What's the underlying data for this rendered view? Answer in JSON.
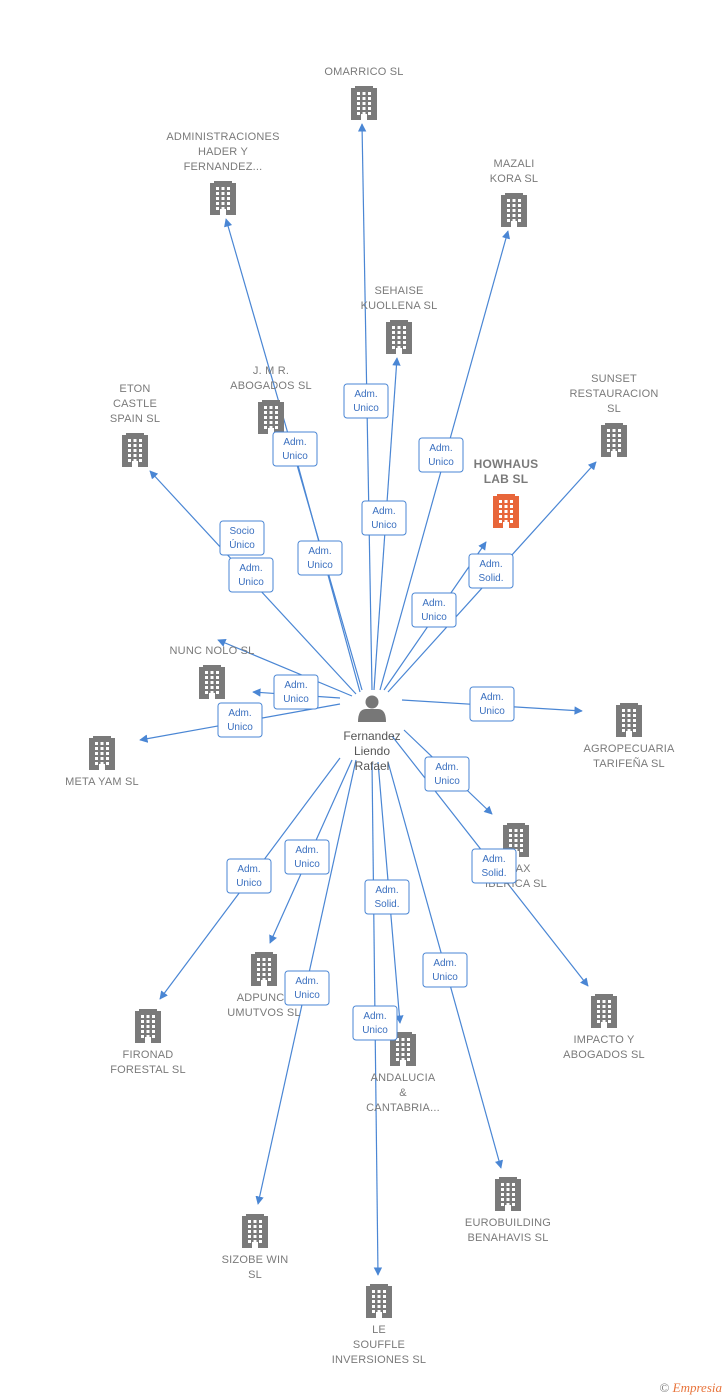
{
  "center": {
    "name_lines": [
      "Fernandez",
      "Liendo",
      "Rafael"
    ]
  },
  "nodes": [
    {
      "id": "omarrico",
      "lines": [
        "OMARRICO  SL"
      ],
      "highlight": false
    },
    {
      "id": "administraciones",
      "lines": [
        "ADMINISTRACIONES",
        "HADER Y",
        "FERNANDEZ..."
      ],
      "highlight": false
    },
    {
      "id": "mazali",
      "lines": [
        "MAZALI",
        "KORA  SL"
      ],
      "highlight": false
    },
    {
      "id": "sehaise",
      "lines": [
        "SEHAISE",
        "KUOLLENA  SL"
      ],
      "highlight": false
    },
    {
      "id": "jmr",
      "lines": [
        "J.  M  R.",
        "ABOGADOS SL"
      ],
      "highlight": false
    },
    {
      "id": "eton",
      "lines": [
        "ETON",
        "CASTLE",
        "SPAIN  SL"
      ],
      "highlight": false
    },
    {
      "id": "sunset",
      "lines": [
        "SUNSET",
        "RESTAURACION",
        "SL"
      ],
      "highlight": false
    },
    {
      "id": "howhaus",
      "lines": [
        "HOWHAUS",
        "LAB  SL"
      ],
      "highlight": true
    },
    {
      "id": "nunc",
      "lines": [
        "NUNC NOLO SL"
      ],
      "highlight": false
    },
    {
      "id": "metayam",
      "lines": [
        "META YAM  SL"
      ],
      "highlight": false
    },
    {
      "id": "agropecuaria",
      "lines": [
        "AGROPECUARIA",
        "TARIFEÑA  SL"
      ],
      "highlight": false
    },
    {
      "id": "dtax",
      "lines": [
        "DTAX",
        "IBERICA  SL"
      ],
      "highlight": false
    },
    {
      "id": "impacto",
      "lines": [
        "IMPACTO Y",
        "ABOGADOS SL"
      ],
      "highlight": false
    },
    {
      "id": "adpunct",
      "lines": [
        "ADPUNCT",
        "UMUTVOS  SL"
      ],
      "highlight": false
    },
    {
      "id": "fironad",
      "lines": [
        "FIRONAD",
        "FORESTAL  SL"
      ],
      "highlight": false
    },
    {
      "id": "andalucia",
      "lines": [
        "ANDALUCIA",
        "&",
        "CANTABRIA..."
      ],
      "highlight": false
    },
    {
      "id": "eurobuilding",
      "lines": [
        "EUROBUILDING",
        "BENAHAVIS  SL"
      ],
      "highlight": false
    },
    {
      "id": "sizobe",
      "lines": [
        "SIZOBE WIN",
        "SL"
      ],
      "highlight": false
    },
    {
      "id": "lesouffle",
      "lines": [
        "LE",
        "SOUFFLE",
        "INVERSIONES SL"
      ],
      "highlight": false
    }
  ],
  "edges": [
    {
      "to": "omarrico",
      "lines": [
        "Adm.",
        "Unico"
      ]
    },
    {
      "to": "administraciones",
      "lines": [
        "Adm.",
        "Unico"
      ]
    },
    {
      "to": "mazali",
      "lines": [
        "Adm.",
        "Unico"
      ]
    },
    {
      "to": "sehaise",
      "lines": [
        "Adm.",
        "Unico"
      ]
    },
    {
      "to": "jmr",
      "lines": [
        "Adm.",
        "Unico"
      ]
    },
    {
      "to": "eton",
      "lines": [
        "Socio",
        "Único"
      ]
    },
    {
      "to": "nunc",
      "lines": [
        "Adm.",
        "Unico"
      ]
    },
    {
      "to": "sunset",
      "lines": [
        "Adm.",
        "Solid."
      ]
    },
    {
      "to": "howhaus",
      "lines": [
        "Adm.",
        "Unico"
      ]
    },
    {
      "to": "nunc2",
      "lines": [
        "Adm.",
        "Unico"
      ]
    },
    {
      "to": "metayam",
      "lines": [
        "Adm.",
        "Unico"
      ]
    },
    {
      "to": "agropecuaria",
      "lines": [
        "Adm.",
        "Unico"
      ]
    },
    {
      "to": "dtax",
      "lines": [
        "Adm.",
        "Unico"
      ]
    },
    {
      "to": "impacto",
      "lines": [
        "Adm.",
        "Solid."
      ]
    },
    {
      "to": "fironad",
      "lines": [
        "Adm.",
        "Unico"
      ]
    },
    {
      "to": "adpunct",
      "lines": [
        "Adm.",
        "Unico"
      ]
    },
    {
      "to": "sizobe",
      "lines": [
        "Adm.",
        "Unico"
      ]
    },
    {
      "to": "andalucia",
      "lines": [
        "Adm.",
        "Solid."
      ]
    },
    {
      "to": "lesouffle",
      "lines": [
        "Adm.",
        "Unico"
      ]
    },
    {
      "to": "eurobuilding",
      "lines": [
        "Adm.",
        "Unico"
      ]
    }
  ],
  "footer": {
    "copyright": "©",
    "brand": "Empresia"
  },
  "colors": {
    "edge": "#4a86d4",
    "building": "#7a7a7a",
    "highlight": "#e8663a",
    "person": "#777777"
  }
}
